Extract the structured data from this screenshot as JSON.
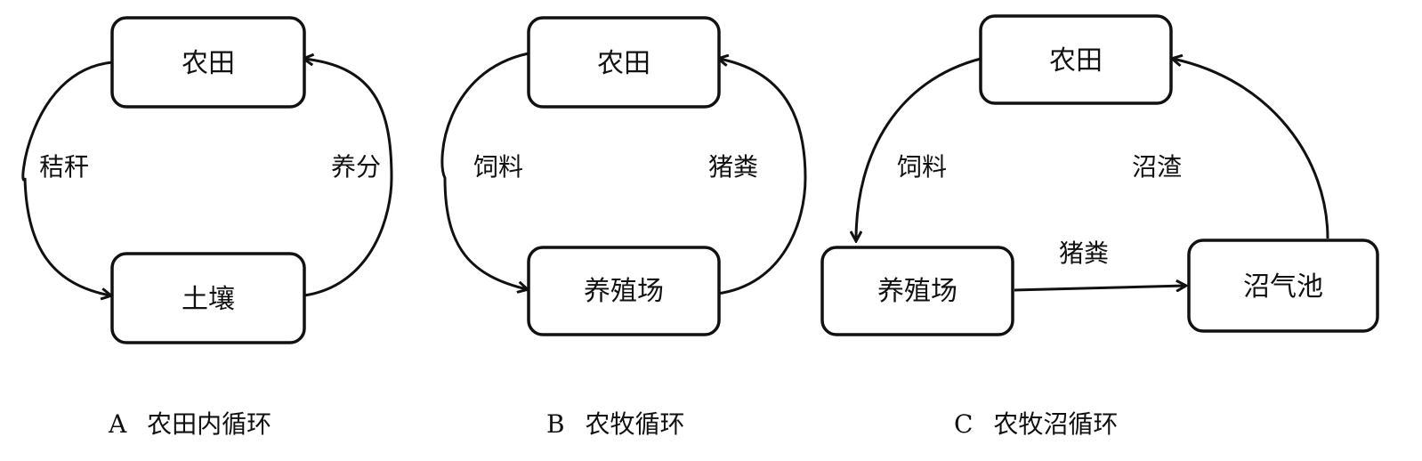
{
  "panels": {
    "a": {
      "caption_letter": "A",
      "caption_title": "农田内循环",
      "nodes": {
        "top": "农田",
        "bottom": "土壤"
      },
      "edges": {
        "left": "秸秆",
        "right": "养分"
      }
    },
    "b": {
      "caption_letter": "B",
      "caption_title": "农牧循环",
      "nodes": {
        "top": "农田",
        "bottom": "养殖场"
      },
      "edges": {
        "left": "饲料",
        "right": "猪粪"
      }
    },
    "c": {
      "caption_letter": "C",
      "caption_title": "农牧沼循环",
      "nodes": {
        "top": "农田",
        "left": "养殖场",
        "right": "沼气池"
      },
      "edges": {
        "feed": "饲料",
        "residue": "沼渣",
        "manure": "猪粪"
      }
    }
  }
}
